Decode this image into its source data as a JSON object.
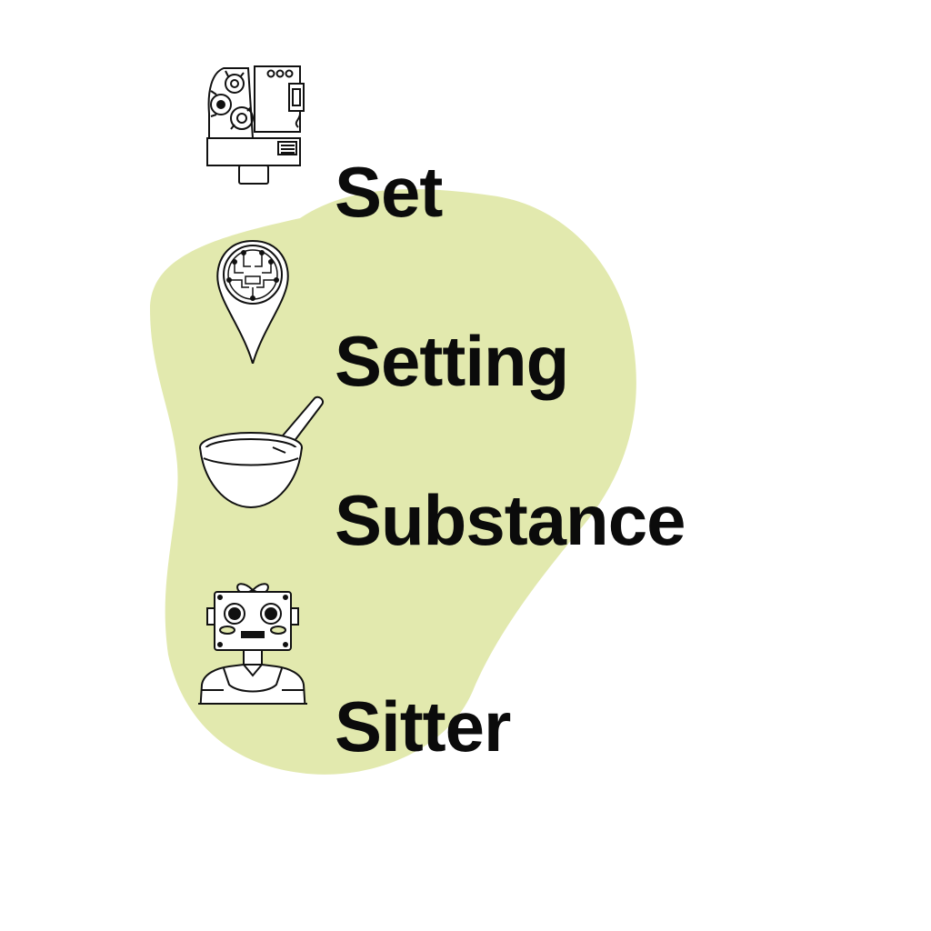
{
  "colors": {
    "background": "#ffffff",
    "blob": "#e2e9ae",
    "text": "#0b0b0b",
    "stroke": "#111111"
  },
  "items": [
    {
      "label": "Set",
      "icon": "robot-head-gears-icon"
    },
    {
      "label": "Setting",
      "icon": "location-pin-circuit-icon"
    },
    {
      "label": "Substance",
      "icon": "mortar-pestle-icon"
    },
    {
      "label": "Sitter",
      "icon": "robot-sitter-icon"
    }
  ]
}
